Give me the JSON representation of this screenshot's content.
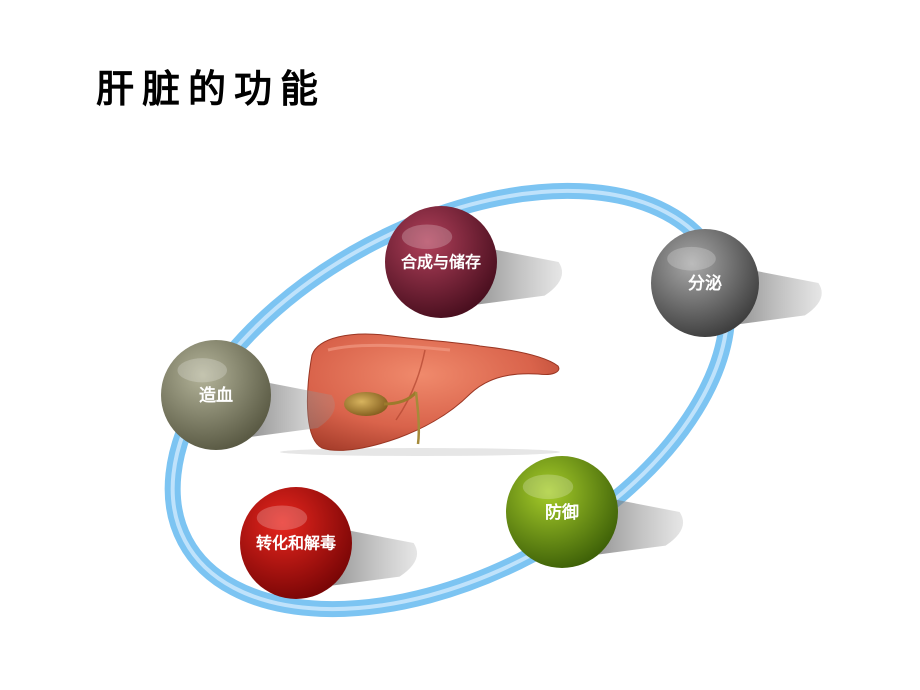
{
  "title": "肝脏的功能",
  "colors": {
    "ring": "#7cc4f2",
    "ring_highlight": "#cfeafc",
    "liver": "#d9634b",
    "gallbladder": "#a87d2e"
  },
  "center_image": "liver-illustration",
  "nodes": [
    {
      "id": "synthesis",
      "label": "合成与储存",
      "color_light": "#b0405a",
      "color_dark": "#4a0f1f"
    },
    {
      "id": "secretion",
      "label": "分泌",
      "color_light": "#a9a9a9",
      "color_dark": "#3f3f3f"
    },
    {
      "id": "hematopoiesis",
      "label": "造血",
      "color_light": "#b4b49a",
      "color_dark": "#5a5a44"
    },
    {
      "id": "defense",
      "label": "防御",
      "color_light": "#a6cc2a",
      "color_dark": "#3f6208"
    },
    {
      "id": "detox",
      "label": "转化和解毒",
      "color_light": "#e8261e",
      "color_dark": "#7a0606"
    }
  ]
}
